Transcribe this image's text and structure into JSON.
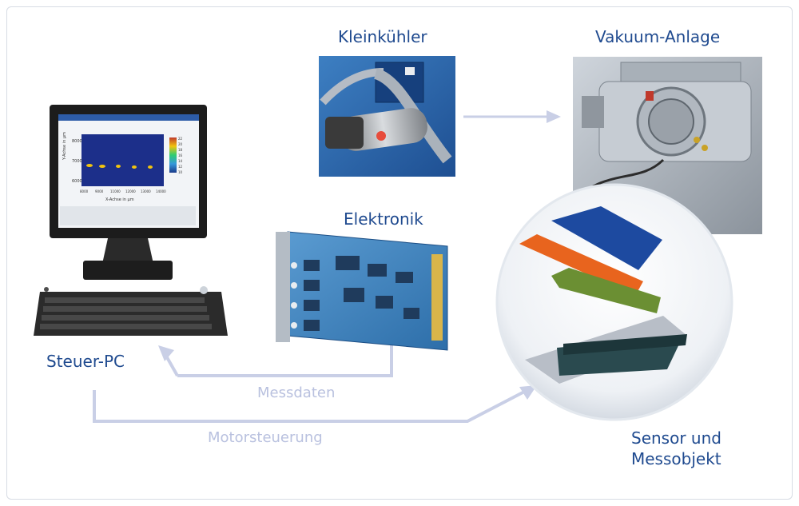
{
  "labels": {
    "cooler": "Kleinkühler",
    "vacuum": "Vakuum-Anlage",
    "electronics": "Elektronik",
    "pc": "Steuer-PC",
    "sensor_line1": "Sensor und",
    "sensor_line2": "Messobjekt"
  },
  "flows": {
    "measurement": "Messdaten",
    "motor": "Motorsteuerung"
  },
  "screen_plot": {
    "ylabel": "Y-Achse in µm",
    "xlabel": "X-Achse in µm",
    "yticks": [
      "8000",
      "7000",
      "6000"
    ],
    "xticks": [
      "8000",
      "9000",
      "11000",
      "12000",
      "13000",
      "14000"
    ],
    "colorbar_ticks": [
      "22",
      "20",
      "18",
      "16",
      "14",
      "12",
      "10"
    ]
  },
  "colors": {
    "label": "#1f4a8f",
    "flow_text": "#b9c1df",
    "arrow": "#c9cfe6",
    "frame": "#d7dce4"
  }
}
